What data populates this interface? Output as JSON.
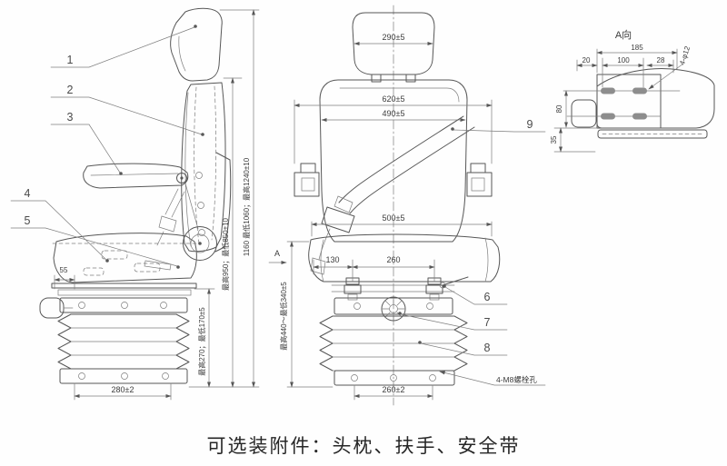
{
  "caption": "可选装附件：头枕、扶手、安全带",
  "callouts": {
    "c1": "1",
    "c2": "2",
    "c3": "3",
    "c4": "4",
    "c5": "5",
    "c6": "6",
    "c7": "7",
    "c8": "8",
    "c9": "9"
  },
  "side_view": {
    "dim_front_offset": "55",
    "dim_base_width": "280±2",
    "dim_suspension_height": "最高270；最低170±5",
    "dim_backrest_height": "最高950；最低850±10",
    "dim_total_height": "1160 最低1060；最高1240±10"
  },
  "front_view": {
    "section_arrow_label": "A",
    "dim_headrest_width": "290±5",
    "dim_overall_width": "620±5",
    "dim_backrest_width": "490±5",
    "dim_cushion_width": "500±5",
    "dim_rail_offset": "130",
    "dim_rail_spacing": "260",
    "dim_base_width": "260±2",
    "dim_cushion_height": "最高440～最低340±5",
    "bolt_note": "4-M8螺栓孔"
  },
  "detail_view": {
    "title": "A向",
    "dim_185": "185",
    "dim_20": "20",
    "dim_100": "100",
    "dim_28": "28",
    "slot_note": "4-φ12",
    "dim_80": "80",
    "dim_35": "35"
  }
}
